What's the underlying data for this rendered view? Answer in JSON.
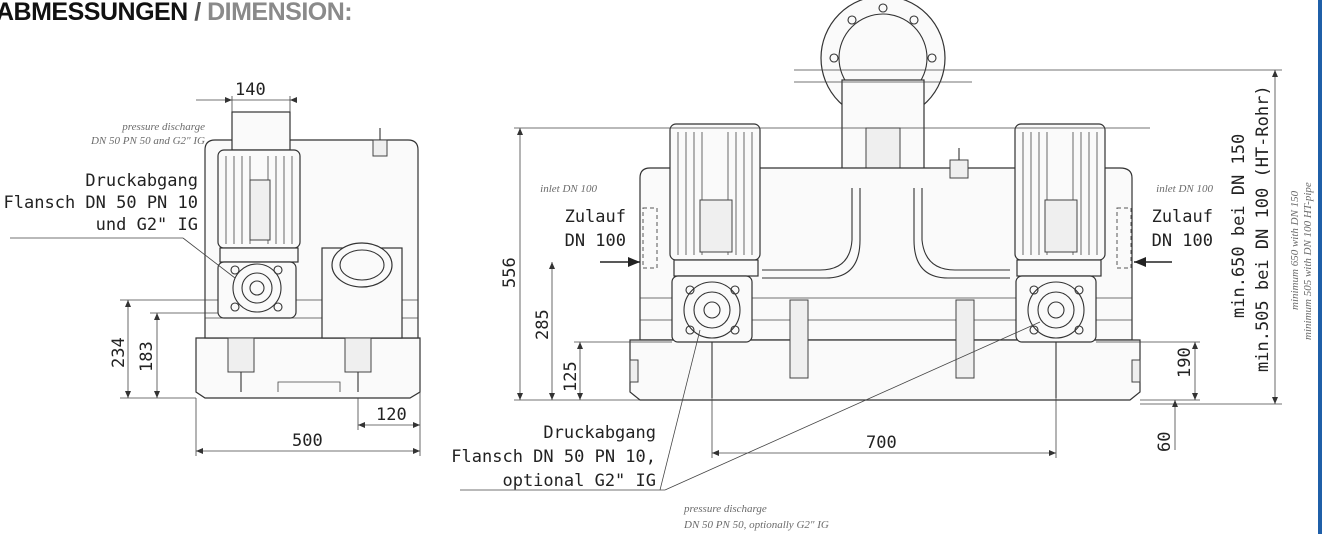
{
  "title": {
    "de": "ABMESSUNGEN",
    "separator": "/",
    "en": "DIMENSION:"
  },
  "left_view": {
    "dimensions": {
      "top_width": "140",
      "height_outer": "234",
      "height_inner": "183",
      "offset": "120",
      "total_width": "500"
    },
    "note_en": [
      "pressure discharge",
      "DN 50 PN 50 and G2\" IG"
    ],
    "label_de": [
      "Druckabgang",
      "Flansch DN 50 PN 10",
      "und G2\" IG"
    ]
  },
  "right_view": {
    "dimensions": {
      "height_total": "556",
      "height_mid": "285",
      "height_low": "125",
      "inlet_height": "190",
      "center_distance": "700",
      "floor": "60"
    },
    "inlet_left": {
      "note_en": "inlet DN 100",
      "label_de": [
        "Zulauf",
        "DN 100"
      ]
    },
    "inlet_right": {
      "note_en": "inlet DN 100",
      "label_de": [
        "Zulauf",
        "DN 100"
      ]
    },
    "vertical_label": [
      "min.650 bei DN 150",
      "min.505 bei DN 100 (HT-Rohr)"
    ],
    "vertical_note": [
      "minimum 650 with DN 150",
      "minimum 505 with DN 100 HT-pipe"
    ],
    "discharge_de": [
      "Druckabgang",
      "Flansch DN 50 PN 10,",
      "optional G2\" IG"
    ],
    "discharge_note_en": [
      "pressure discharge",
      "DN 50 PN 50, optionally G2\" IG"
    ]
  }
}
